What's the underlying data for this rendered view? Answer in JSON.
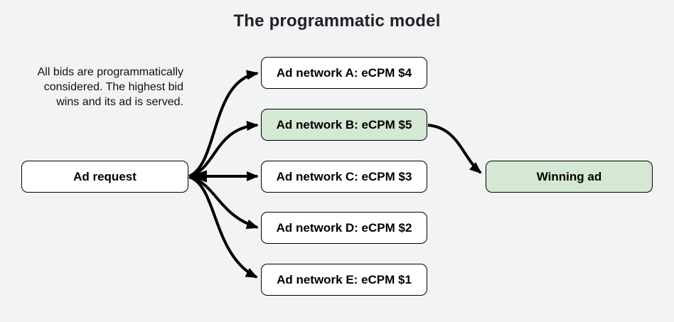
{
  "title": "The programmatic model",
  "description": {
    "lines": [
      "All bids are programmatically",
      "considered. The highest bid",
      "wins and its ad is served."
    ]
  },
  "request_box": {
    "label": "Ad request"
  },
  "networks": [
    {
      "id": "A",
      "label": "Ad network A: eCPM $4",
      "ecpm": 4,
      "highlighted": false
    },
    {
      "id": "B",
      "label": "Ad network B: eCPM $5",
      "ecpm": 5,
      "highlighted": true
    },
    {
      "id": "C",
      "label": "Ad network C: eCPM $3",
      "ecpm": 3,
      "highlighted": false
    },
    {
      "id": "D",
      "label": "Ad network D: eCPM $2",
      "ecpm": 2,
      "highlighted": false
    },
    {
      "id": "E",
      "label": "Ad network E: eCPM $1",
      "ecpm": 1,
      "highlighted": false
    }
  ],
  "winner_box": {
    "label": "Winning ad"
  },
  "colors": {
    "background": "#f1f3f4",
    "box_fill": "#ffffff",
    "highlight_fill": "#d5e8d3",
    "border": "#000000",
    "arrow": "#000000",
    "text": "#202124"
  }
}
